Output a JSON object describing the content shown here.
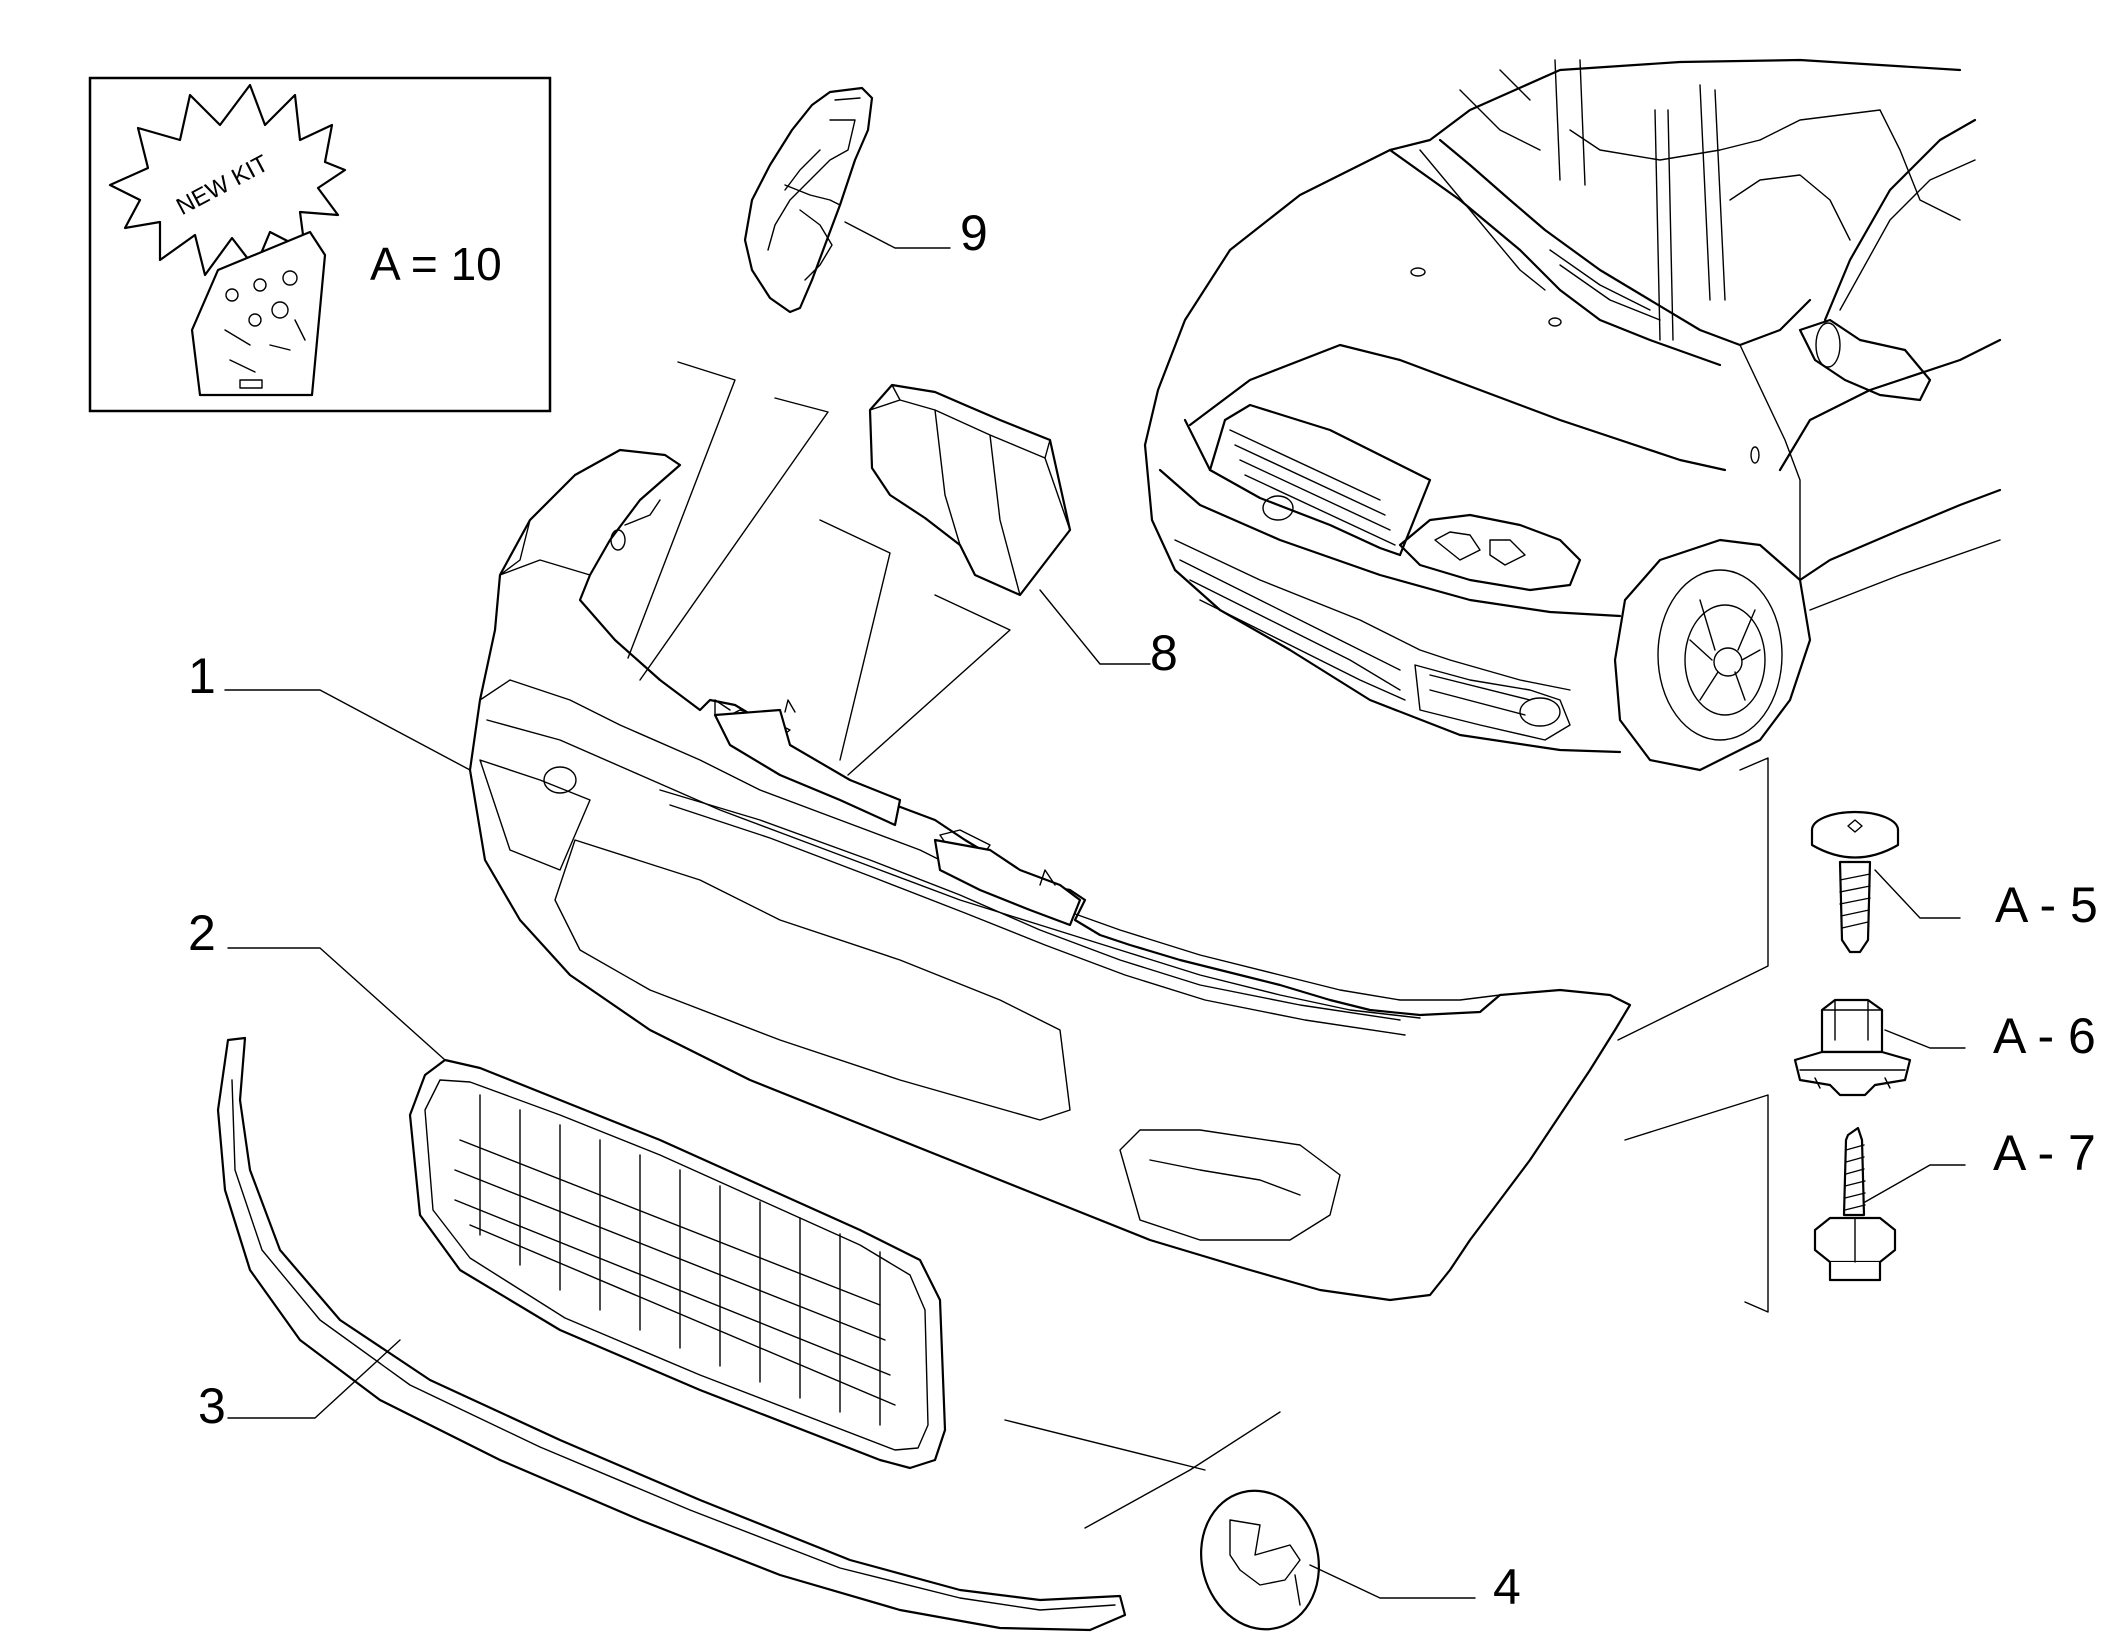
{
  "kit": {
    "burst_text": "NEW KIT",
    "formula": "A = 10"
  },
  "callouts": [
    {
      "id": "1",
      "text": "1"
    },
    {
      "id": "2",
      "text": "2"
    },
    {
      "id": "3",
      "text": "3"
    },
    {
      "id": "4",
      "text": "4"
    },
    {
      "id": "8",
      "text": "8"
    },
    {
      "id": "9",
      "text": "9"
    },
    {
      "id": "A5",
      "text": "A - 5"
    },
    {
      "id": "A6",
      "text": "A - 6"
    },
    {
      "id": "A7",
      "text": "A - 7"
    }
  ]
}
